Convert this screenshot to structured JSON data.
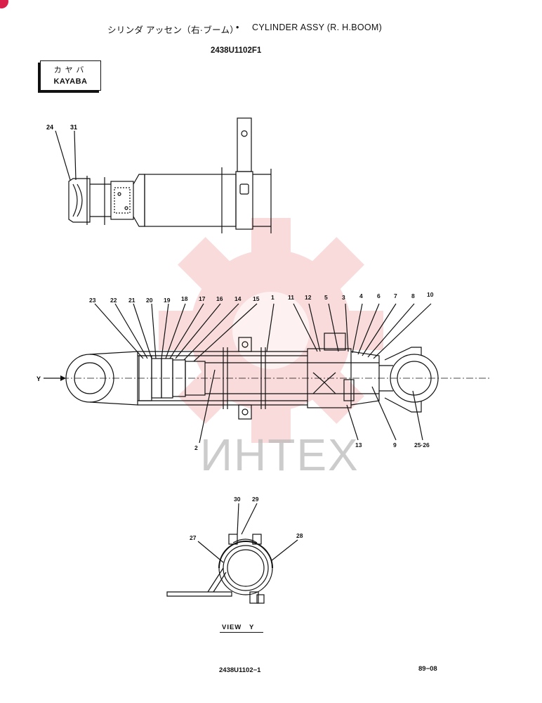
{
  "header": {
    "title_jp": "シリンダ アッセン（右·ブーム）",
    "title_sep": "•",
    "title_en": "CYLINDER ASSY (R. H.BOOM)",
    "part_number": "2438U1102F1"
  },
  "maker_box": {
    "jp": "カヤバ",
    "en": "KAYABA"
  },
  "main_view": {
    "y_label": "Y",
    "callouts_top": [
      "23",
      "22",
      "21",
      "20",
      "19",
      "18",
      "17",
      "16",
      "14",
      "15",
      "1",
      "11",
      "12",
      "5",
      "3",
      "4",
      "6",
      "7",
      "8",
      "10"
    ],
    "callouts_bottom": [
      "2",
      "13",
      "9",
      "25·26"
    ]
  },
  "top_view": {
    "callouts": [
      "24",
      "31"
    ]
  },
  "view_y": {
    "label": "VIEW   Y",
    "callouts": [
      "30",
      "29",
      "27",
      "28"
    ]
  },
  "footer": {
    "part_number": "2438U1102−1",
    "date": "89−08"
  },
  "watermark": {
    "text": "ИНТЕХ",
    "color": "#e23b3b"
  }
}
